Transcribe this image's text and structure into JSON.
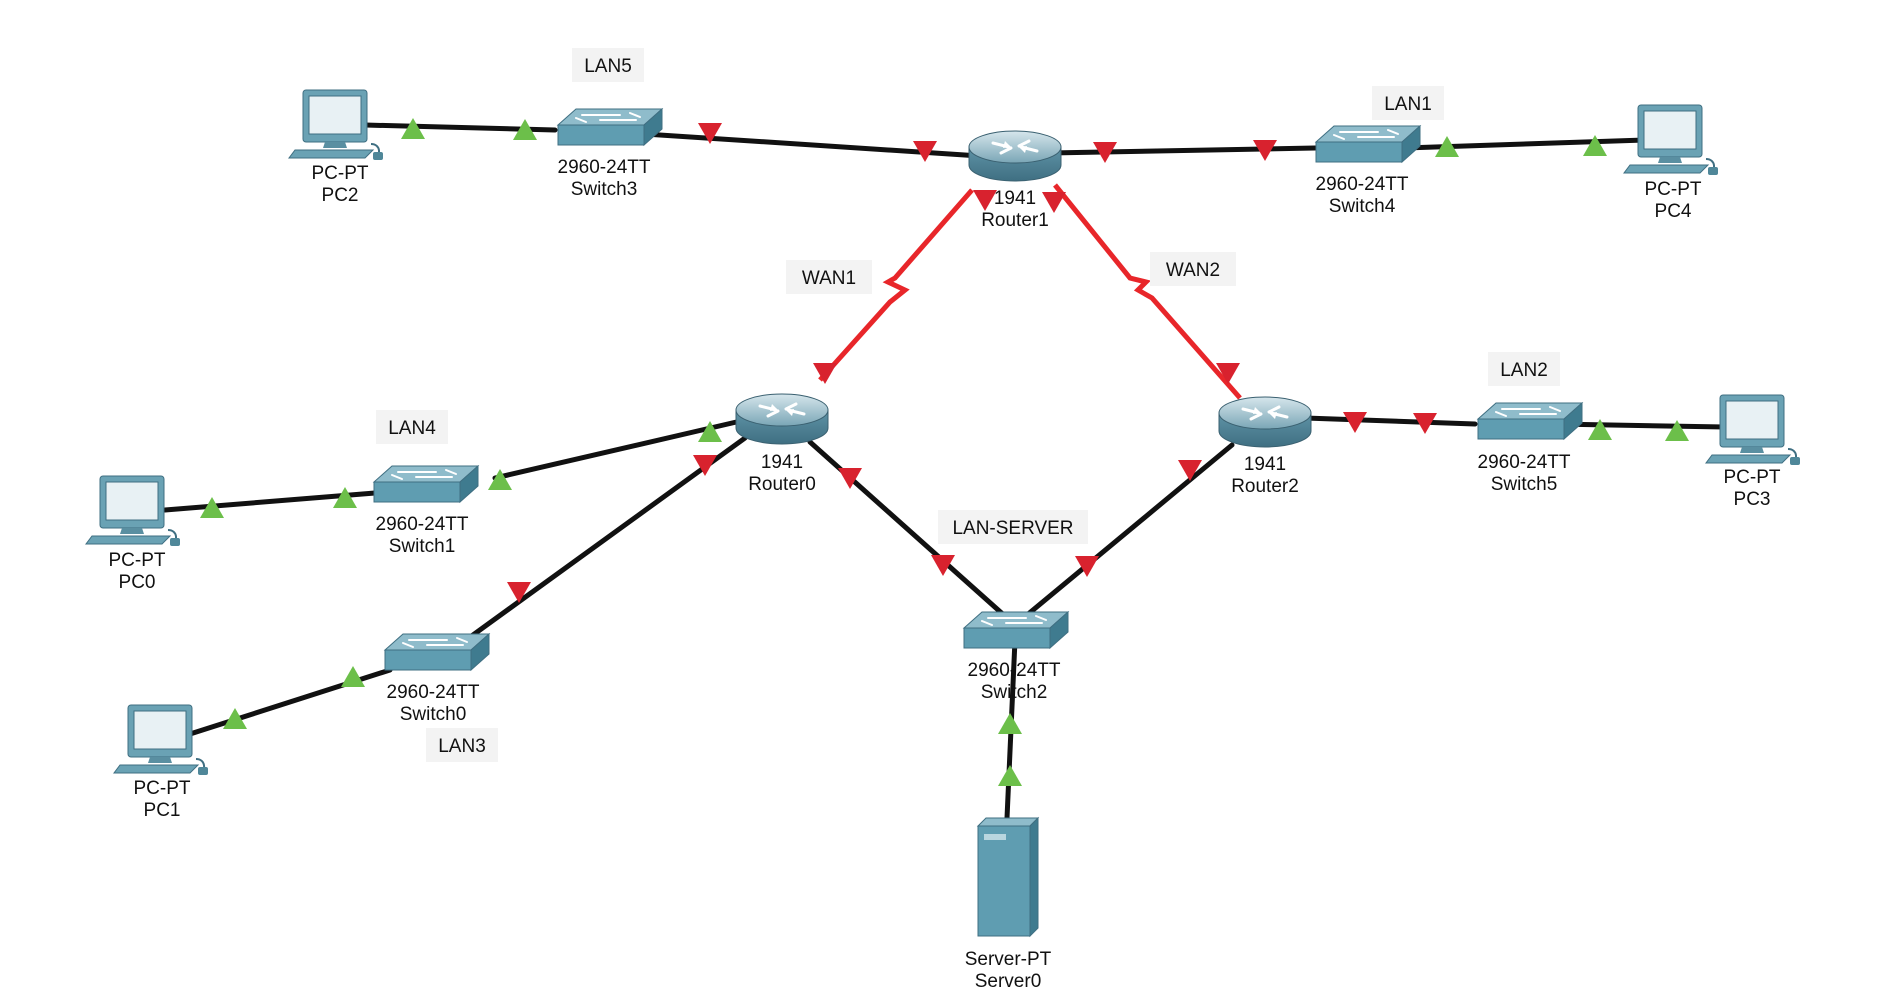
{
  "colors": {
    "cable": "#111111",
    "serial": "#e8262a",
    "link_up": "#6cbf4a",
    "link_down": "#d8222e",
    "device_teal": "#5f9db1",
    "label_bg": "#f3f3f3"
  },
  "devices": {
    "pc2": {
      "model": "PC-PT",
      "name": "PC2",
      "icon": "pc-icon"
    },
    "pc0": {
      "model": "PC-PT",
      "name": "PC0",
      "icon": "pc-icon"
    },
    "pc1": {
      "model": "PC-PT",
      "name": "PC1",
      "icon": "pc-icon"
    },
    "pc3": {
      "model": "PC-PT",
      "name": "PC3",
      "icon": "pc-icon"
    },
    "pc4": {
      "model": "PC-PT",
      "name": "PC4",
      "icon": "pc-icon"
    },
    "switch3": {
      "model": "2960-24TT",
      "name": "Switch3",
      "icon": "switch-icon"
    },
    "switch1": {
      "model": "2960-24TT",
      "name": "Switch1",
      "icon": "switch-icon"
    },
    "switch0": {
      "model": "2960-24TT",
      "name": "Switch0",
      "icon": "switch-icon"
    },
    "switch2": {
      "model": "2960-24TT",
      "name": "Switch2",
      "icon": "switch-icon"
    },
    "switch4": {
      "model": "2960-24TT",
      "name": "Switch4",
      "icon": "switch-icon"
    },
    "switch5": {
      "model": "2960-24TT",
      "name": "Switch5",
      "icon": "switch-icon"
    },
    "router0": {
      "model": "1941",
      "name": "Router0",
      "icon": "router-icon"
    },
    "router1": {
      "model": "1941",
      "name": "Router1",
      "icon": "router-icon"
    },
    "router2": {
      "model": "1941",
      "name": "Router2",
      "icon": "router-icon"
    },
    "server0": {
      "model": "Server-PT",
      "name": "Server0",
      "icon": "server-icon"
    }
  },
  "networks": {
    "lan1": "LAN1",
    "lan2": "LAN2",
    "lan3": "LAN3",
    "lan4": "LAN4",
    "lan5": "LAN5",
    "wan1": "WAN1",
    "wan2": "WAN2",
    "lan_server": "LAN-SERVER"
  },
  "links": [
    {
      "from": "PC2",
      "to": "Switch3",
      "type": "copper",
      "state_from": "up",
      "state_to": "up"
    },
    {
      "from": "Switch3",
      "to": "Router1",
      "type": "copper",
      "state_from": "down",
      "state_to": "down"
    },
    {
      "from": "Router1",
      "to": "Switch4",
      "type": "copper",
      "state_from": "down",
      "state_to": "down"
    },
    {
      "from": "Switch4",
      "to": "PC4",
      "type": "copper",
      "state_from": "up",
      "state_to": "up"
    },
    {
      "from": "Router0",
      "to": "Router1",
      "type": "serial",
      "state_from": "down",
      "state_to": "down"
    },
    {
      "from": "Router1",
      "to": "Router2",
      "type": "serial",
      "state_from": "down",
      "state_to": "down"
    },
    {
      "from": "Router0",
      "to": "Switch1",
      "type": "copper",
      "state_from": "up",
      "state_to": "up"
    },
    {
      "from": "Switch1",
      "to": "PC0",
      "type": "copper",
      "state_from": "up",
      "state_to": "up"
    },
    {
      "from": "Router0",
      "to": "Switch0",
      "type": "copper",
      "state_from": "down",
      "state_to": "down"
    },
    {
      "from": "Switch0",
      "to": "PC1",
      "type": "copper",
      "state_from": "up",
      "state_to": "up"
    },
    {
      "from": "Router0",
      "to": "Switch2",
      "type": "copper",
      "state_from": "down",
      "state_to": "down"
    },
    {
      "from": "Router2",
      "to": "Switch2",
      "type": "copper",
      "state_from": "down",
      "state_to": "down"
    },
    {
      "from": "Router2",
      "to": "Switch5",
      "type": "copper",
      "state_from": "down",
      "state_to": "down"
    },
    {
      "from": "Switch5",
      "to": "PC3",
      "type": "copper",
      "state_from": "up",
      "state_to": "up"
    },
    {
      "from": "Switch2",
      "to": "Server0",
      "type": "copper",
      "state_from": "up",
      "state_to": "up"
    }
  ]
}
